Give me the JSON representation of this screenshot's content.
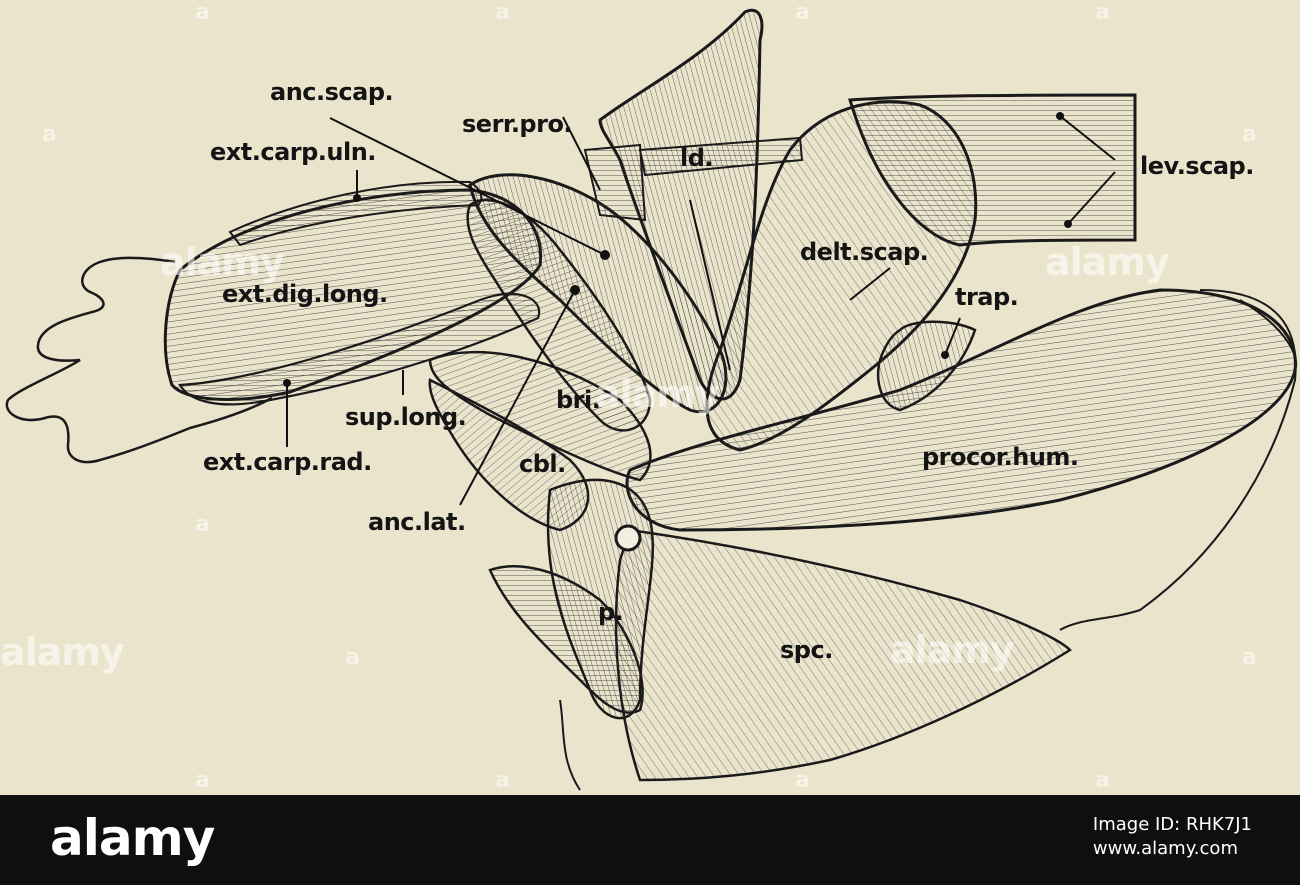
{
  "labels": {
    "anc_scap": "anc.scap.",
    "serr_pro": "serr.pro.",
    "ext_carp_uln": "ext.carp.uln.",
    "ld": "ld.",
    "lev_scap": "lev.scap.",
    "delt_scap": "delt.scap.",
    "ext_dig_long": "ext.dig.long.",
    "trap": "trap.",
    "bri": "bri.",
    "sup_long": "sup.long.",
    "procor_hum": "procor.hum.",
    "ext_carp_rad": "ext.carp.rad.",
    "cbl": "cbl.",
    "anc_lat": "anc.lat.",
    "p": "p.",
    "spc": "spc."
  },
  "watermark": {
    "text": "alamy",
    "letter": "a"
  },
  "footer": {
    "brand": "alamy",
    "image_id_line1": "Image ID: RHK7J1",
    "image_id_line2": "www.alamy.com"
  },
  "colors": {
    "paper": "#ebe4cd",
    "ink": "#141414",
    "footer_bg": "#0f0f0f"
  }
}
